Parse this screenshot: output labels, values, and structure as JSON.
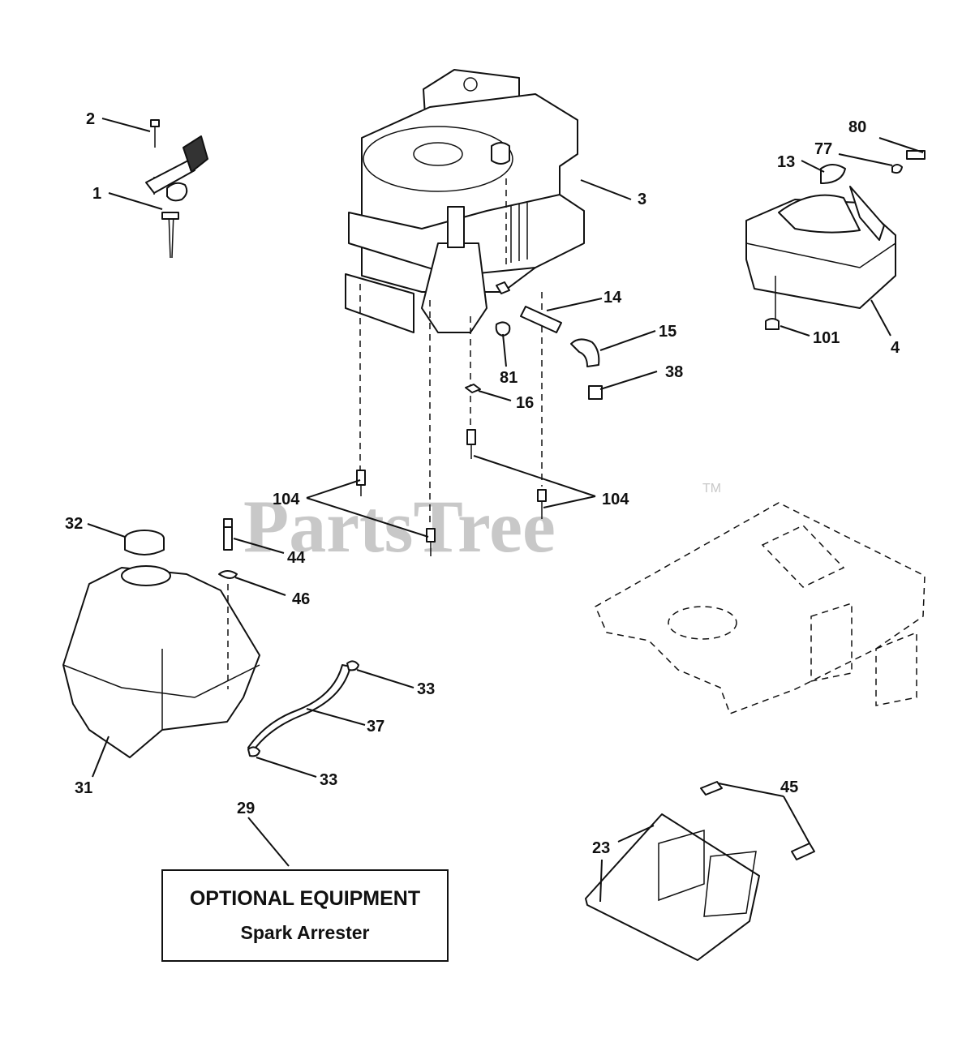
{
  "watermark": {
    "text": "PartsTree",
    "tm": "TM"
  },
  "optional_box": {
    "title": "OPTIONAL EQUIPMENT",
    "subtitle": "Spark Arrester"
  },
  "callouts": {
    "c1": "1",
    "c2": "2",
    "c3": "3",
    "c4": "4",
    "c13": "13",
    "c14": "14",
    "c15": "15",
    "c16": "16",
    "c23": "23",
    "c29": "29",
    "c31": "31",
    "c32": "32",
    "c33a": "33",
    "c33b": "33",
    "c37": "37",
    "c38": "38",
    "c44": "44",
    "c45": "45",
    "c46": "46",
    "c77": "77",
    "c80": "80",
    "c81": "81",
    "c101": "101",
    "c104a": "104",
    "c104b": "104"
  }
}
